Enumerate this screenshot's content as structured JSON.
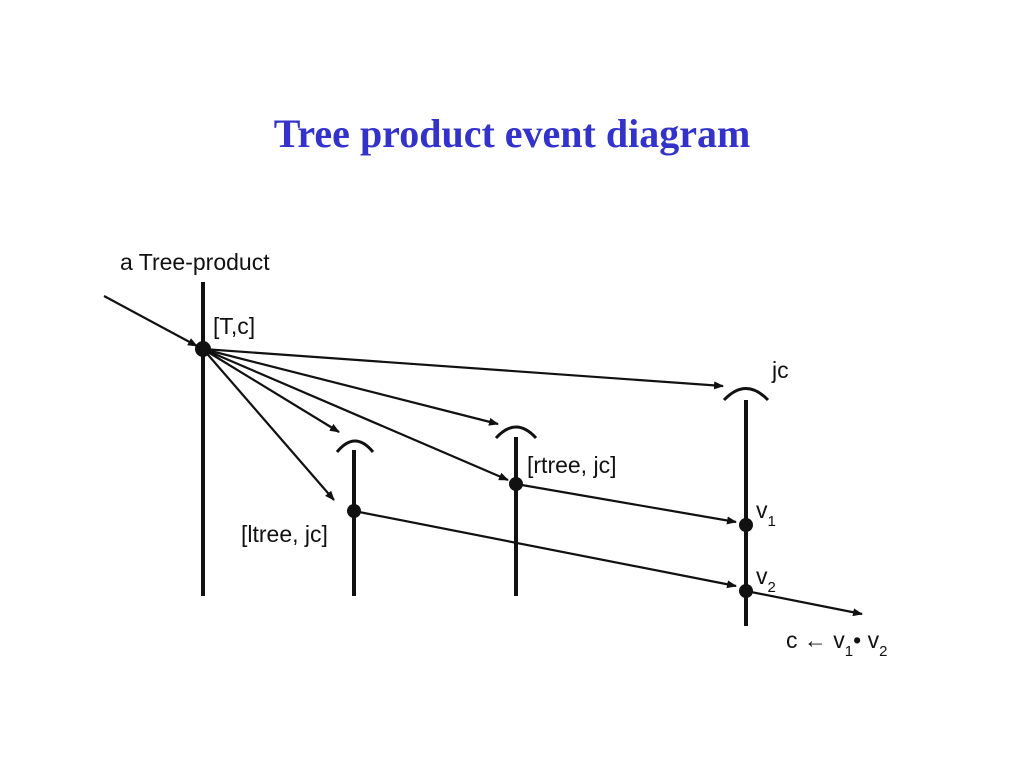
{
  "title": "Tree product event diagram",
  "labels": {
    "object": "a Tree-product",
    "message_in": "[T,c]",
    "join_continuation": "jc",
    "rtree_message": "[rtree, jc]",
    "ltree_message": "[ltree, jc]",
    "value_1": "v",
    "value_1_sub": "1",
    "value_2": "v",
    "value_2_sub": "2",
    "result_lhs": "c ",
    "result_arrow": "←",
    "result_v": " v",
    "result_v1_sub": "1",
    "result_dot": "• v",
    "result_v2_sub": "2"
  },
  "colors": {
    "title": "#3333cc",
    "ink": "#111111"
  }
}
